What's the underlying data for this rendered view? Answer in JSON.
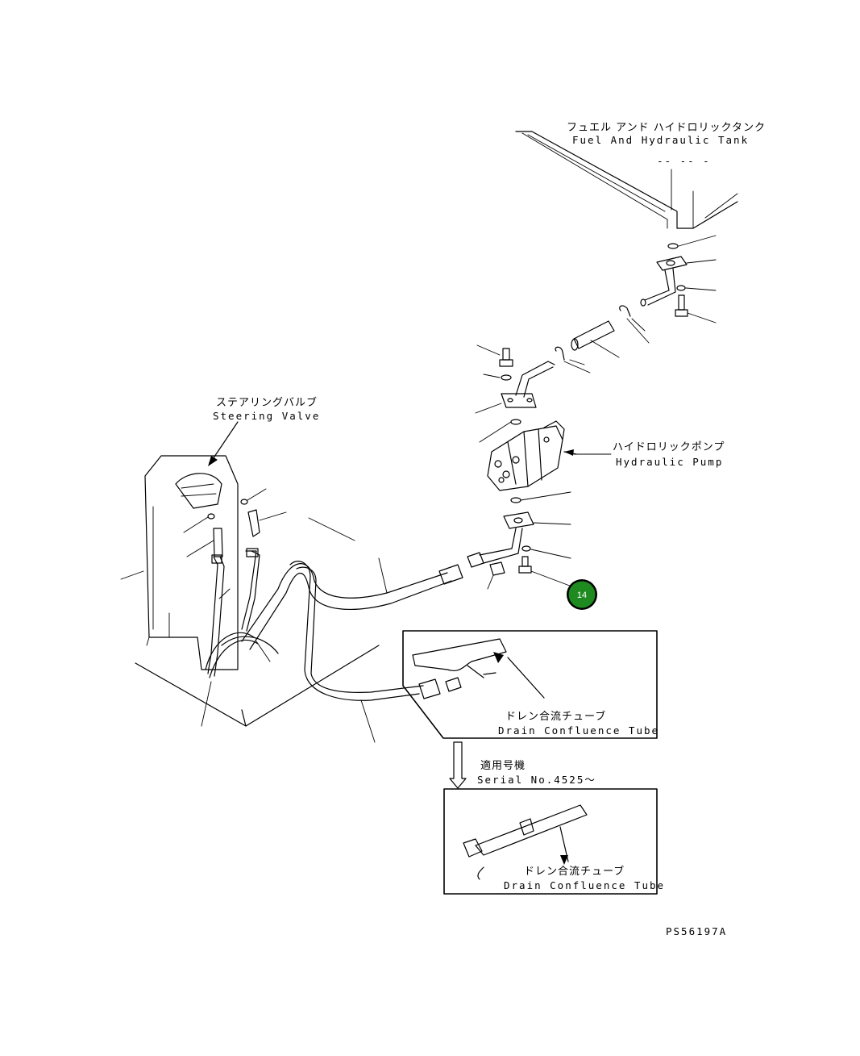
{
  "labels": {
    "tank_jp": "フュエル アンド ハイドロリックタンク",
    "tank_en": "Fuel And Hydraulic Tank",
    "steering_jp": "ステアリングバルブ",
    "steering_en": "Steering Valve",
    "pump_jp": "ハイドロリックポンプ",
    "pump_en": "Hydraulic Pump",
    "drain1_jp": "ドレン合流チューブ",
    "drain1_en": "Drain Confluence Tube",
    "serial_jp": "適用号機",
    "serial_en": "Serial No.4525～",
    "drain2_jp": "ドレン合流チューブ",
    "drain2_en": "Drain Confluence Tube",
    "drawing_no": "PS56197A"
  },
  "callouts": [
    {
      "number": "14",
      "color": "#1f8a1f"
    }
  ]
}
